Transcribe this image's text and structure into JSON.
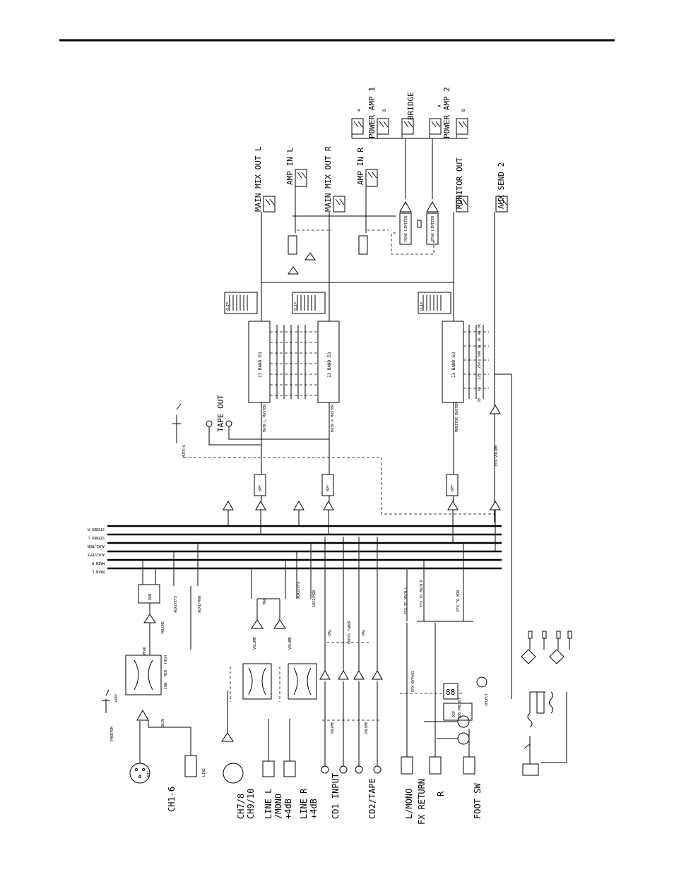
{
  "inputs": {
    "ch1_6": "CH1-6",
    "ch7_8": "CH7/8",
    "ch9_10": "CH9/10",
    "line_l": "LINE L",
    "mono": "/MONO",
    "plus4_l": "+4dB",
    "line_r": "LINE R",
    "plus4_r": "+4dB",
    "cd1": "CD1 INPUT",
    "cd2": "CD2/TAPE",
    "fx_l": "L/MONO",
    "fx_return": "FX RETURN",
    "fx_r": "R",
    "foot_sw": "FOOT SW"
  },
  "outputs": {
    "main_l": "MAIN MIX OUT L",
    "main_r": "MAIN MIX OUT R",
    "amp_in_l": "AMP IN L",
    "amp_in_r": "AMP IN R",
    "power_amp_1": "POWER AMP 1",
    "power_amp_2": "POWER AMP 2",
    "bridge": "BRIDGE",
    "a1": "A",
    "b1": "B",
    "a2": "A",
    "b2": "B",
    "monitor_out": "MONITOR OUT",
    "aux_send_2": "AUX SEND 2",
    "tape_out": "TAPE OUT"
  },
  "busses": [
    "STEREO R",
    "STEREO L",
    "AUX1/MON",
    "AUX2/EFX",
    "MAIN R",
    "MAIN L"
  ],
  "blocks": {
    "graphic_eq": "13 BAND EQ",
    "eq_bands": [
      "30",
      "63",
      "125",
      "250",
      "500",
      "1K",
      "2K",
      "4K",
      "8K",
      "16K"
    ],
    "peak_limiter": "PEAK LIMITER",
    "hpf": "HPF",
    "dsp": "DSP",
    "presets": "100 PRESET",
    "select": "SELECT",
    "efx_bypass": "EFX BYPASS",
    "main_l_master": "MAIN L MASTER",
    "main_r_master": "MAIN R MASTER",
    "monitor_master": "MONITOR MASTER",
    "efx_volume": "EFX VOLUME",
    "efx_to_main_l": "EFX TO MAIN L",
    "efx_to_main_r": "EFX TO MAIN R",
    "efx_to_mon": "EFX TO MON",
    "mute": "MUTE+6",
    "phantom": "PHANTOM",
    "plus48v": "+48V",
    "mic": "MIC",
    "line": "LINE",
    "pan": "PAN",
    "bal": "BAL",
    "volume": "VOLUME",
    "aux2_efx": "AUX2/EFX",
    "aux1_mon": "AUX1/MON",
    "cross_fader": "CROSS FADER",
    "peak": "PEAK",
    "clip": "CLIP",
    "low": "LOW",
    "mid": "MID",
    "high": "HIGH",
    "gain": "GAIN"
  }
}
